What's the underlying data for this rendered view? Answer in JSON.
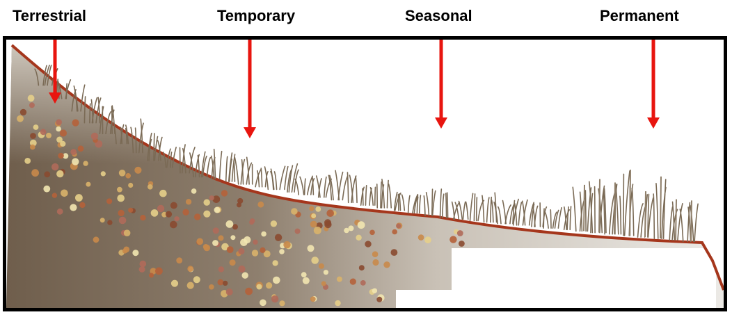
{
  "zones": {
    "terrestrial": "Terrestrial",
    "temporary": "Temporary",
    "seasonal": "Seasonal",
    "permanent": "Permanent"
  },
  "colors": {
    "arrow": "#e8150f",
    "ground_line": "#a5361c",
    "soil_dark": "#7b6a57",
    "soil_light": "#d6d1c8",
    "frame": "#000000",
    "plant": "#7a6a55"
  },
  "icons": [
    "down-arrow-icon",
    "marsh-grass-icon",
    "reed-icon",
    "soil-pebble-icon"
  ]
}
